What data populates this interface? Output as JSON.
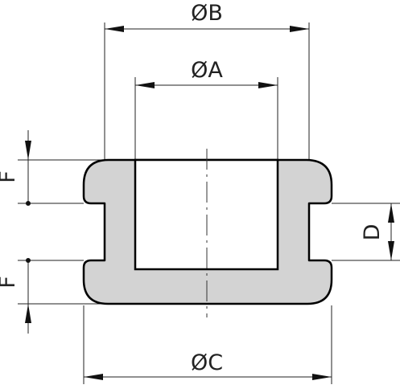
{
  "labels": {
    "dim_b": "ØB",
    "dim_a": "ØA",
    "dim_c": "ØC",
    "dim_d": "D",
    "dim_f_top": "F",
    "dim_f_bottom": "F"
  },
  "colors": {
    "grommet_fill": "#d3d3d3",
    "outline": "#000000",
    "lines": "#222222"
  }
}
